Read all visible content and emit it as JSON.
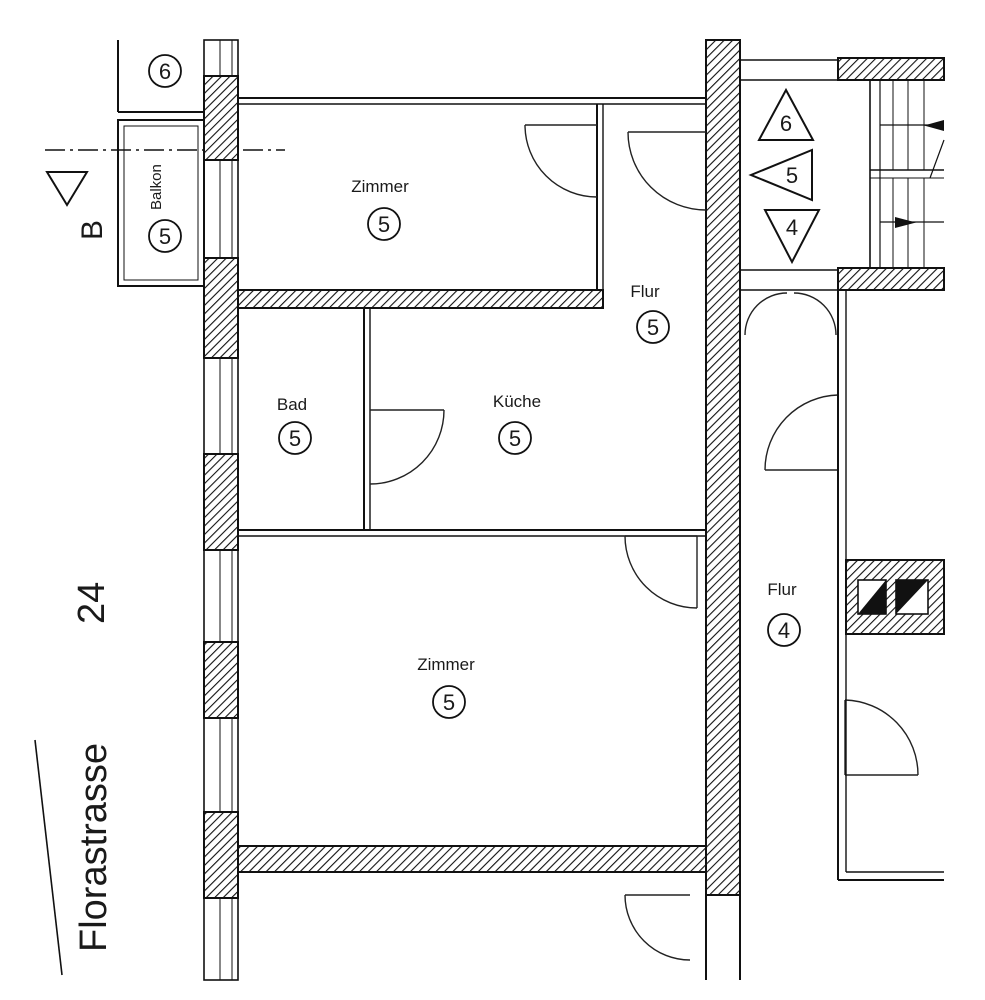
{
  "street": {
    "name": "Florastrasse",
    "number": "24"
  },
  "section_marker": "B",
  "rooms": [
    {
      "id": "balkon",
      "name": "Balkon",
      "level": "5"
    },
    {
      "id": "zimmer-top",
      "name": "Zimmer",
      "level": "5"
    },
    {
      "id": "flur-unit",
      "name": "Flur",
      "level": "5"
    },
    {
      "id": "bad",
      "name": "Bad",
      "level": "5"
    },
    {
      "id": "kueche",
      "name": "Küche",
      "level": "5"
    },
    {
      "id": "zimmer-bottom",
      "name": "Zimmer",
      "level": "5"
    },
    {
      "id": "flur-hall",
      "name": "Flur",
      "level": "4"
    }
  ],
  "balcony_above_level": "6",
  "stair_levels": {
    "up": "6",
    "current": "5",
    "down": "4"
  }
}
